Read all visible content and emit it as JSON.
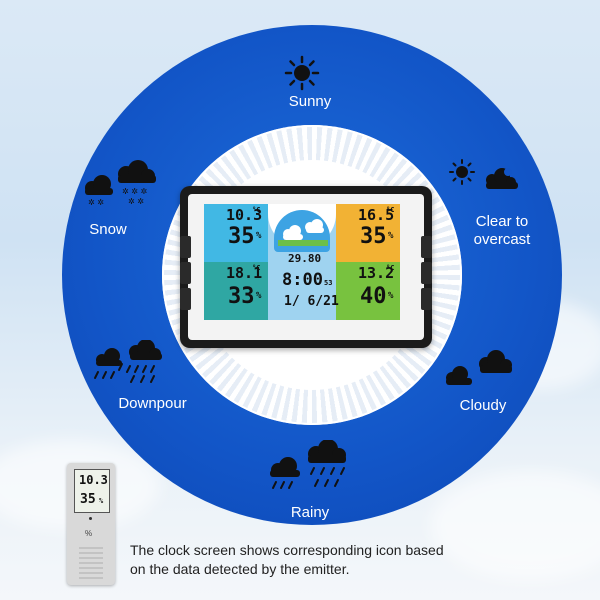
{
  "labels": {
    "sunny": "Sunny",
    "snow": "Snow",
    "clear_to_overcast_line1": "Clear to",
    "clear_to_overcast_line2": "overcast",
    "downpour": "Downpour",
    "cloudy": "Cloudy",
    "rainy": "Rainy"
  },
  "device": {
    "indoor_temp": "10.3",
    "indoor_temp_unit": "°C",
    "indoor_humidity": "35",
    "indoor_humidity_unit": "%",
    "ch2_temp": "16.5",
    "ch2_temp_unit": "°C",
    "ch2_humidity": "35",
    "ch2_humidity_unit": "%",
    "ch3_temp": "18.1",
    "ch3_temp_unit": "°C",
    "ch3_humidity": "33",
    "ch3_humidity_unit": "%",
    "ch4_temp": "13.2",
    "ch4_temp_unit": "°C",
    "ch4_humidity": "40",
    "ch4_humidity_unit": "%",
    "pressure": "29.80",
    "time": "8:00",
    "seconds": "53",
    "date": "1/ 6/21"
  },
  "emitter": {
    "temp": "10.3",
    "humidity": "35",
    "humidity_unit": "%"
  },
  "caption": {
    "line1": "The clock screen shows corresponding icon based",
    "line2": "on the data detected by the emitter."
  },
  "colors": {
    "ring": "#1255c7",
    "q_tl": "#41b8e4",
    "q_tr": "#f2b234",
    "q_bl": "#2fa7a3",
    "q_br": "#78c23f"
  }
}
